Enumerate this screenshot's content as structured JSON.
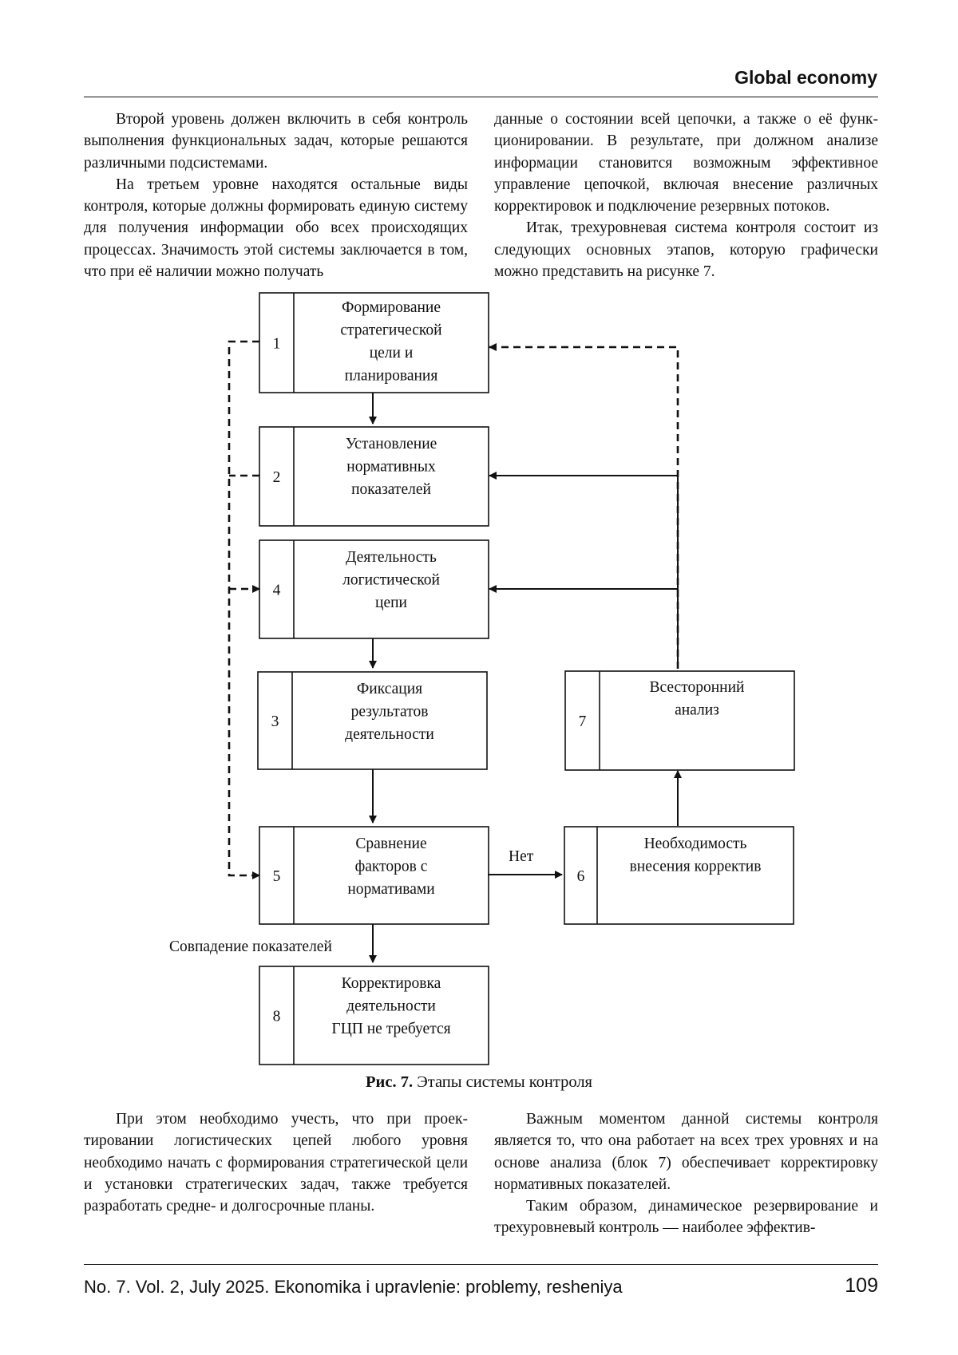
{
  "header": {
    "title": "Global economy"
  },
  "column_left_top": {
    "p1": "Второй уровень должен включить в себя кон­троль выполнения функциональных задач, которые решаются различными подсистемами.",
    "p2": "На третьем уровне находятся остальные виды контроля, которые должны формировать единую систему для получения информации обо всех про­исходящих процессах. Значимость этой системы за­ключается в том, что при её наличии можно получать"
  },
  "column_right_top": {
    "p1": "данные о состоянии всей цепочки, а также о её функ­ционировании. В результате, при должном анализе информации становится возможным эффективное управление цепочкой, включая внесение различных корректировок и подключение резервных потоков.",
    "p2": "Итак, трехуровневая система контроля состоит из следующих основных этапов, которую графи­чески можно представить на рисунке 7."
  },
  "diagram": {
    "blocks": [
      {
        "num": "1",
        "lines": [
          "Формирование",
          "стратегической",
          "цели и",
          "планирования"
        ]
      },
      {
        "num": "2",
        "lines": [
          "Установление",
          "нормативных",
          "показателей"
        ]
      },
      {
        "num": "4",
        "lines": [
          "Деятельность",
          "логистической",
          "цепи"
        ]
      },
      {
        "num": "3",
        "lines": [
          "Фиксация",
          "результатов",
          "деятельности"
        ]
      },
      {
        "num": "7",
        "lines": [
          "Всесторонний",
          "анализ"
        ]
      },
      {
        "num": "5",
        "lines": [
          "Сравнение",
          "факторов с",
          "нормативами"
        ]
      },
      {
        "num": "6",
        "lines": [
          "Необходимость",
          "внесения корректив"
        ]
      },
      {
        "num": "8",
        "lines": [
          "Корректировка",
          "деятельности",
          "ГЦП не требуется"
        ]
      }
    ],
    "label_no": "Нет",
    "label_match": "Совпадение показателей"
  },
  "caption": {
    "label": "Рис. 7.",
    "text": " Этапы системы контроля"
  },
  "column_left_bottom": {
    "p1": "При этом необходимо учесть, что при проек­тировании логистических цепей любого уровня необходимо начать с формирования стратегиче­ской цели и установки стратегических задач, так­же требуется разработать средне- и долгосрочные планы."
  },
  "column_right_bottom": {
    "p1": "Важным моментом данной системы контроля является то, что она работает на всех трех уровнях и на основе анализа (блок 7) обеспечивает коррек­тировку нормативных показателей.",
    "p2": "Таким образом, динамическое резервирование и трехуровневый контроль — наиболее эффектив-"
  },
  "footer": {
    "journal": "No. 7. Vol. 2, July 2025. Ekonomika i upravlenie: problemy, resheniya",
    "page": "109"
  }
}
